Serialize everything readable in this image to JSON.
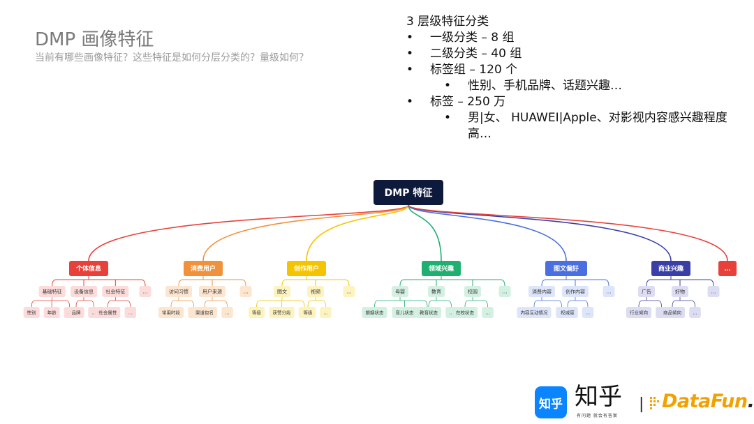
{
  "slide": {
    "title": "DMP 画像特征",
    "subtitle": "当前有哪些画像特征？这些特征是如何分层分类的？量级如何？"
  },
  "outline": {
    "heading": "3 层级特征分类",
    "items": [
      {
        "level": 1,
        "text": "一级分类 – 8 组"
      },
      {
        "level": 1,
        "text": "二级分类 – 40 组"
      },
      {
        "level": 1,
        "text": "标签组 – 120 个"
      },
      {
        "level": 2,
        "text": "性别、手机品牌、话题兴趣…"
      },
      {
        "level": 1,
        "text": "标签 – 250 万"
      },
      {
        "level": 2,
        "text": "男|女、 HUAWEI|Apple、对影视内容感兴趣程度高…"
      }
    ]
  },
  "mindmap": {
    "root": "DMP 特征",
    "branches": [
      {
        "label": "个体信息",
        "color": "#e8413a",
        "light": "#fbdcdb",
        "children": [
          {
            "label": "基础特征",
            "children": [
              "性别",
              "年龄",
              "…"
            ]
          },
          {
            "label": "设备信息",
            "children": [
              "品牌",
              "…"
            ]
          },
          {
            "label": "社会特征",
            "children": [
              "社会属性",
              "…"
            ]
          },
          {
            "label": "…",
            "children": []
          }
        ]
      },
      {
        "label": "消费用户",
        "color": "#f0913b",
        "light": "#fde6d0",
        "children": [
          {
            "label": "访问习惯",
            "children": [
              "常用时段",
              "…"
            ]
          },
          {
            "label": "用户来源",
            "children": [
              "渠道包名",
              "…"
            ]
          },
          {
            "label": "…",
            "children": []
          }
        ]
      },
      {
        "label": "创作用户",
        "color": "#f5c400",
        "light": "#fdf3bf",
        "children": [
          {
            "label": "图文",
            "children": [
              "等级",
              "获赞分段",
              "…"
            ]
          },
          {
            "label": "视频",
            "children": [
              "等级",
              "…"
            ]
          },
          {
            "label": "…",
            "children": []
          }
        ]
      },
      {
        "label": "领域兴趣",
        "color": "#1fb071",
        "light": "#d3f0e2",
        "children": [
          {
            "label": "母婴",
            "children": [
              "婚姻状态",
              "育儿状态",
              "…"
            ]
          },
          {
            "label": "教育",
            "children": [
              "教育状态",
              "…"
            ]
          },
          {
            "label": "校园",
            "children": [
              "在校状态",
              "…"
            ]
          },
          {
            "label": "…",
            "children": []
          }
        ]
      },
      {
        "label": "图文偏好",
        "color": "#4a6fe0",
        "light": "#dde5fb",
        "children": [
          {
            "label": "消费内容",
            "children": [
              "内容互动情况",
              "…"
            ]
          },
          {
            "label": "创作内容",
            "children": [
              "权威度",
              "…"
            ]
          },
          {
            "label": "…",
            "children": []
          }
        ]
      },
      {
        "label": "商业兴趣",
        "color": "#3a3fa8",
        "light": "#dcdcf2",
        "children": [
          {
            "label": "广告",
            "children": [
              "行业倾向",
              "…"
            ]
          },
          {
            "label": "好物",
            "children": [
              "商品倾向",
              "…"
            ]
          },
          {
            "label": "…",
            "children": []
          }
        ]
      },
      {
        "label": "…",
        "color": "#e8413a",
        "light": "#fbdcdb",
        "children": []
      }
    ]
  },
  "logos": {
    "zhihu_box": "知乎",
    "zhihu_text": "知乎",
    "zhihu_slogan": "有问题 就会有答案",
    "separator": "|",
    "datafun_main": "DataFun",
    "datafun_dot": "."
  }
}
